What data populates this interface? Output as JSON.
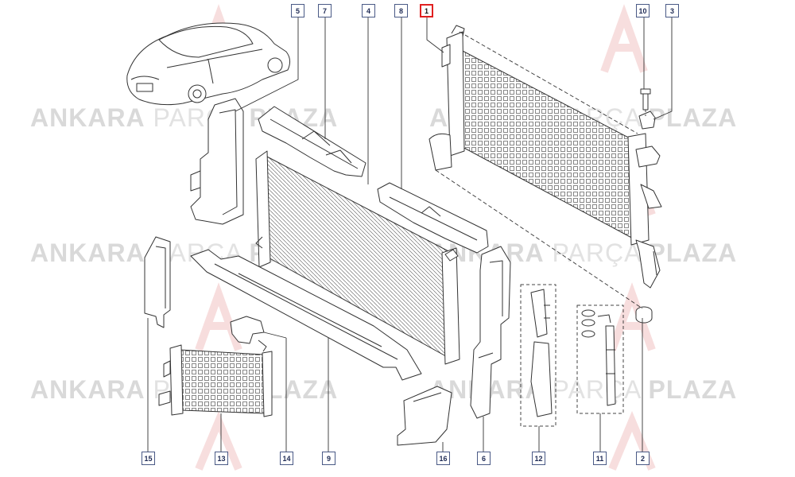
{
  "watermark": {
    "brand": "ANKARA",
    "middle": "PARÇA",
    "end": "PLAZA"
  },
  "callouts": [
    {
      "id": "c1",
      "label": "1",
      "selected": true
    },
    {
      "id": "c2",
      "label": "2"
    },
    {
      "id": "c3",
      "label": "3"
    },
    {
      "id": "c4",
      "label": "4"
    },
    {
      "id": "c5",
      "label": "5"
    },
    {
      "id": "c6",
      "label": "6"
    },
    {
      "id": "c7",
      "label": "7"
    },
    {
      "id": "c8",
      "label": "8"
    },
    {
      "id": "c9",
      "label": "9"
    },
    {
      "id": "c10",
      "label": "10"
    },
    {
      "id": "c11",
      "label": "11"
    },
    {
      "id": "c12",
      "label": "12"
    },
    {
      "id": "c13",
      "label": "13"
    },
    {
      "id": "c14",
      "label": "14"
    },
    {
      "id": "c15",
      "label": "15"
    },
    {
      "id": "c16",
      "label": "16"
    }
  ],
  "colors": {
    "line": "#3a3a3a",
    "callout_border": "#4a5a86",
    "selected": "#e02020",
    "watermark": "#d9d9d9",
    "logo": "#f3c9c9"
  }
}
